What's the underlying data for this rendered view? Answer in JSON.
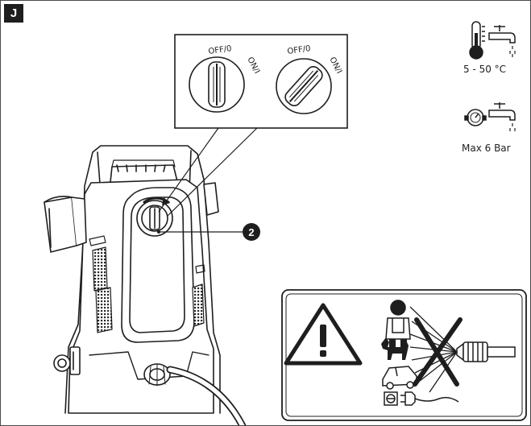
{
  "figure": {
    "section_label": "J",
    "callout_number": "2"
  },
  "knob_detail": {
    "positions": [
      {
        "off_label": "OFF/0",
        "on_label": "ON/I"
      },
      {
        "off_label": "OFF/0",
        "on_label": "ON/I"
      }
    ]
  },
  "specs": {
    "temperature": "5 - 50 °C",
    "pressure": "Max 6 Bar"
  },
  "icons": {
    "spec_icons": [
      "thermometer-icon",
      "water-tap-icon",
      "pressure-gauge-icon"
    ],
    "warning_icons": [
      "warning-triangle-icon",
      "person-icon",
      "animal-icon",
      "vehicle-icon",
      "nozzle-icon",
      "electrical-plug-icon",
      "socket-icon"
    ]
  },
  "colors": {
    "ink": "#1e1e1e",
    "machine_fill": "#ffffff",
    "vent_fill": "#2a2a2a"
  }
}
